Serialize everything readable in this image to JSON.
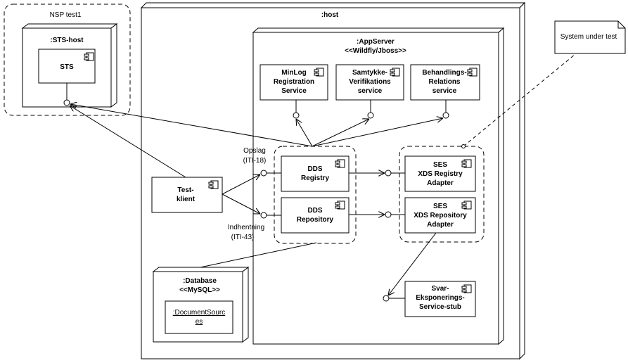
{
  "nsp": {
    "label": "NSP test1"
  },
  "sts_host": {
    "label": ":STS-host"
  },
  "sts": {
    "label": "STS"
  },
  "host": {
    "label": ":host"
  },
  "appserver": {
    "line1": ":AppServer",
    "line2": "<<Wildfly/Jboss>>"
  },
  "services": [
    {
      "lines": [
        "MinLog",
        "Registration",
        "Service"
      ]
    },
    {
      "lines": [
        "Samtykke-",
        "Verifikations",
        "service"
      ]
    },
    {
      "lines": [
        "Behandlings-",
        "Relations",
        "service"
      ]
    }
  ],
  "dds_registry": {
    "lines": [
      "DDS",
      "Registry"
    ]
  },
  "dds_repository": {
    "lines": [
      "DDS",
      "Repository"
    ]
  },
  "ses_registry": {
    "lines": [
      "SES",
      "XDS Registry",
      "Adapter"
    ]
  },
  "ses_repository": {
    "lines": [
      "SES",
      "XDS Repository",
      "Adapter"
    ]
  },
  "svar_stub": {
    "lines": [
      "Svar-",
      "Eksponerings-",
      "Service-stub"
    ]
  },
  "testklient": {
    "lines": [
      "Test-",
      "klient"
    ]
  },
  "database": {
    "line1": ":Database",
    "line2": "<<MySQL>>"
  },
  "document_sources": {
    "lines": [
      ":DocumentSourc",
      "es"
    ]
  },
  "note": {
    "label": "System under test"
  },
  "labels": {
    "opslag": "Opslag",
    "iti18": "(ITI-18)",
    "indhentning": "Indhentning",
    "iti43": "(ITI-43)"
  }
}
